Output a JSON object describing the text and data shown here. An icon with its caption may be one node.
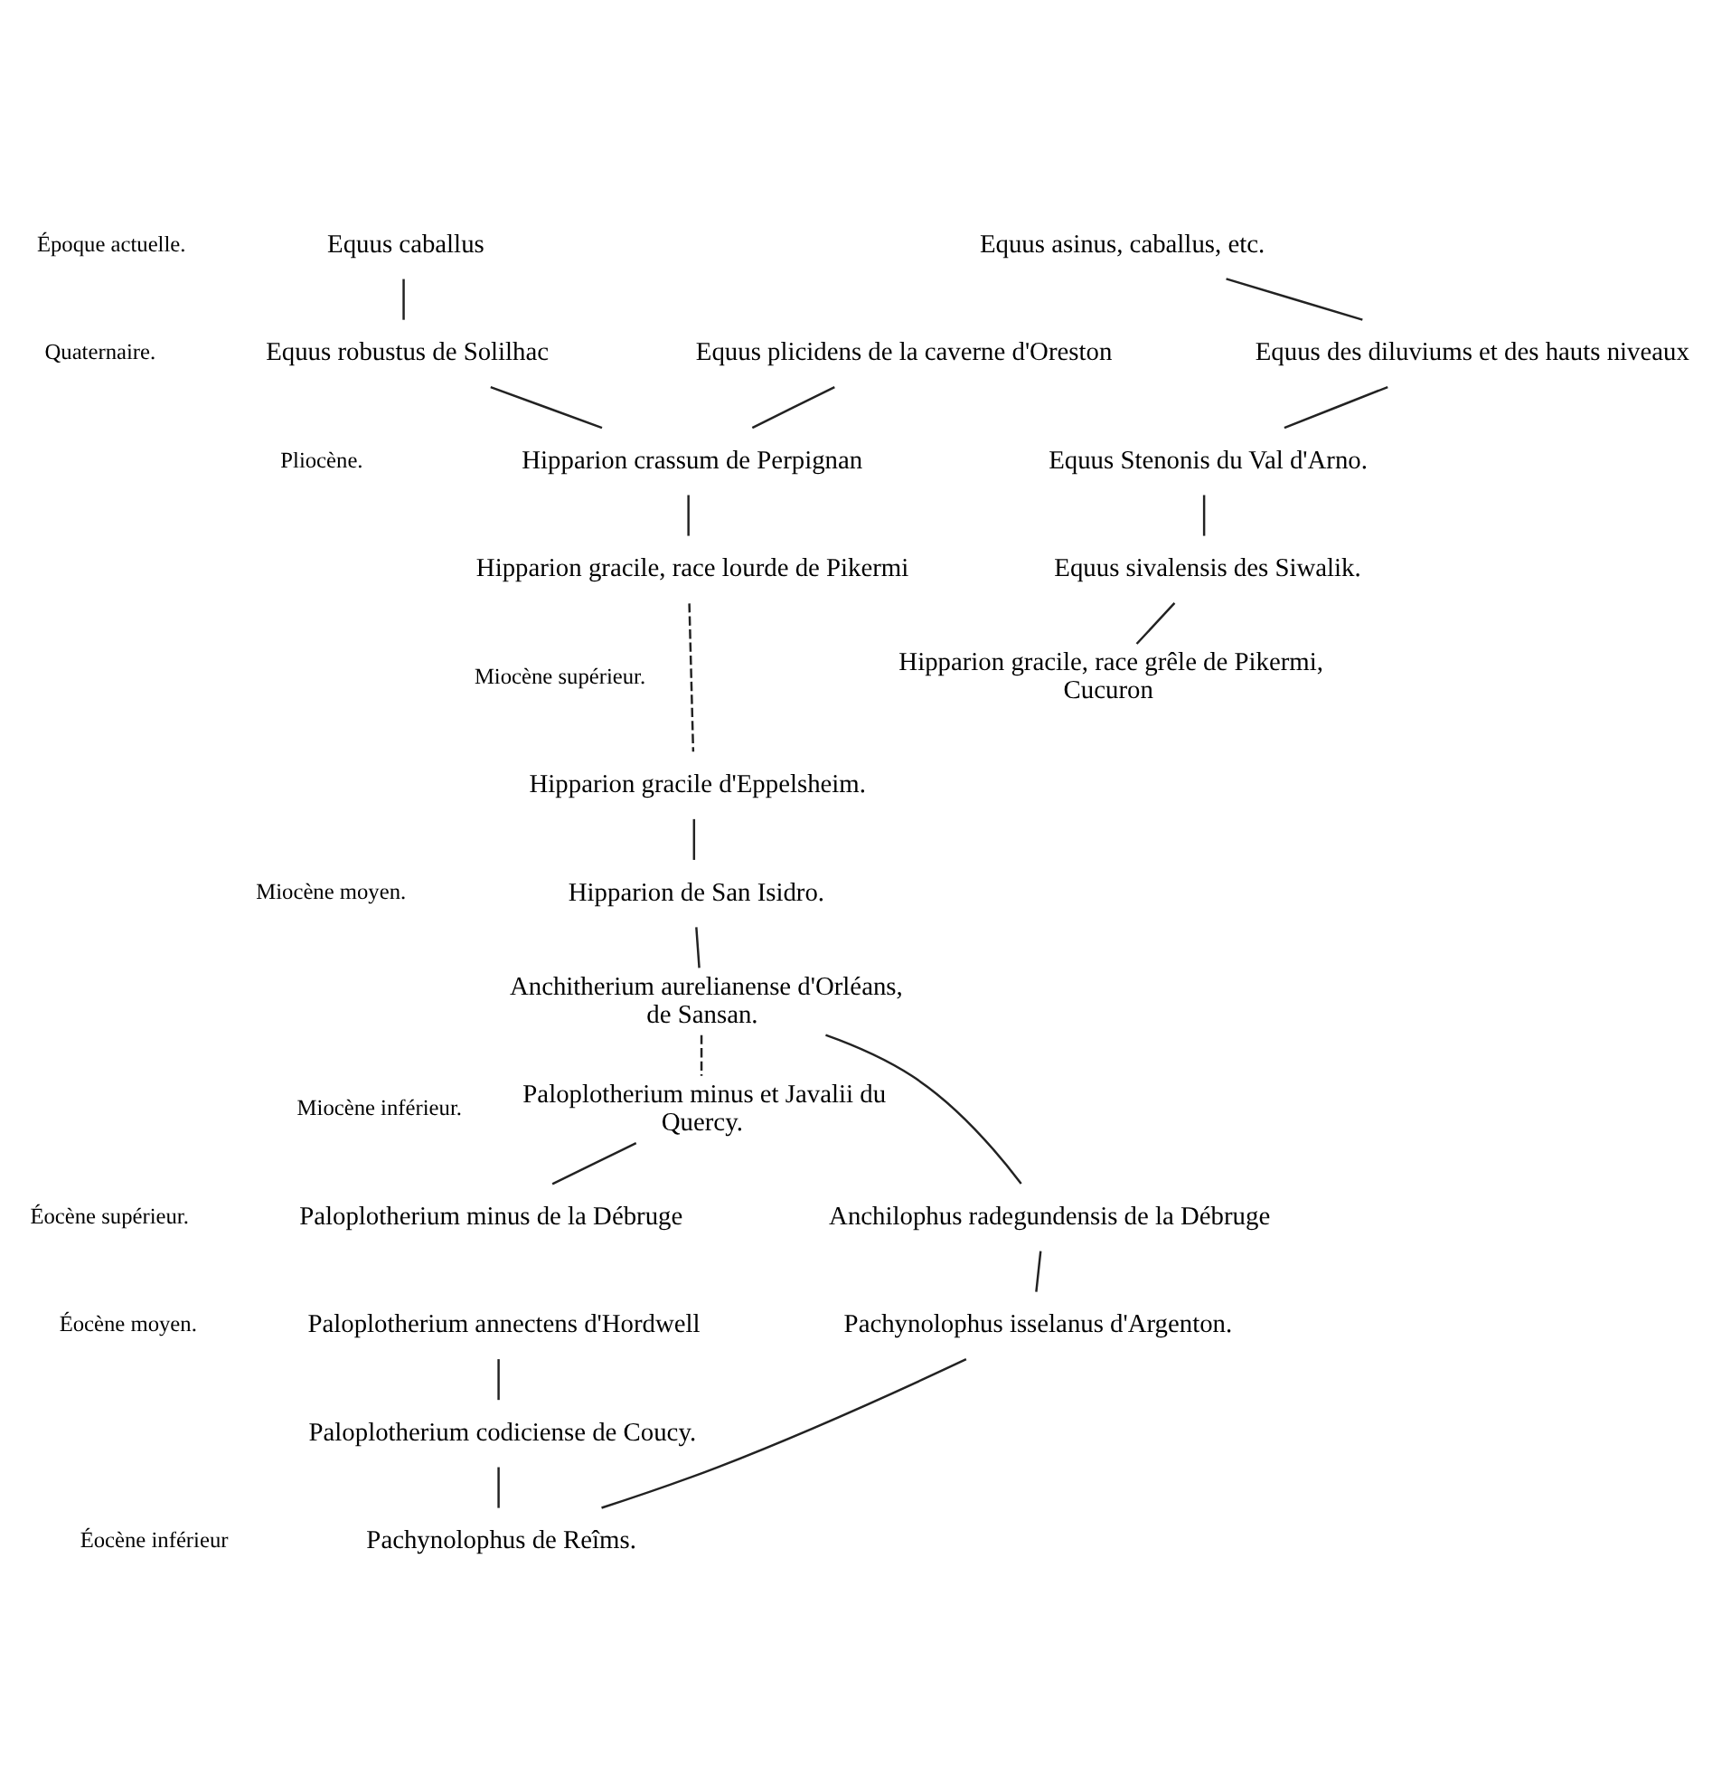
{
  "diagram": {
    "nodes": [
      {
        "text": [
          "Equus caballus"
        ]
      },
      {
        "text": [
          "Equus asinus, caballus, etc."
        ]
      },
      {
        "text": [
          "Equus robustus de Solilhac"
        ]
      },
      {
        "text": [
          "Equus plicidens de la caverne d'Oreston"
        ]
      },
      {
        "text": [
          "Equus des diluviums et des hauts niveaux"
        ]
      },
      {
        "text": [
          "Hipparion crassum de Perpignan"
        ]
      },
      {
        "text": [
          "Equus Stenonis du Val d'Arno."
        ]
      },
      {
        "text": [
          "Hipparion gracile, race lourde de Pikermi"
        ]
      },
      {
        "text": [
          "Equus sivalensis des Siwalik."
        ]
      },
      {
        "text": [
          "Hipparion gracile, race grêle de Pikermi, Cucuron"
        ]
      },
      {
        "text": [
          "Hipparion gracile d'Eppelsheim."
        ]
      },
      {
        "text": [
          "Hipparion de San Isidro."
        ]
      },
      {
        "text": [
          "Anchitherium aurelianense d'Orléans, de Sansan."
        ]
      },
      {
        "text": [
          "Paloplotherium minus et Javalii du Quercy."
        ]
      },
      {
        "text": [
          "Paloplotherium minus de la Débruge"
        ]
      },
      {
        "text": [
          "Anchilophus radegundensis de la Débruge"
        ]
      },
      {
        "text": [
          "Paloplotherium annectens d'Hordwell"
        ]
      },
      {
        "text": [
          "Pachynolophus isselanus d'Argenton."
        ]
      },
      {
        "text": [
          "Paloplotherium codiciense de Coucy."
        ]
      },
      {
        "text": [
          "Pachynolophus de Reîms."
        ]
      }
    ],
    "edges": [
      {
        "from": 0,
        "to": 2,
        "arrow": "none"
      },
      {
        "from": 1,
        "to": 4,
        "arrow": "none"
      },
      {
        "from": 2,
        "to": 5,
        "arrow": "none"
      },
      {
        "from": 3,
        "to": 5,
        "arrow": "none"
      },
      {
        "from": 4,
        "to": 6,
        "arrow": "none"
      },
      {
        "from": 5,
        "to": 7,
        "arrow": "none"
      },
      {
        "from": 6,
        "to": 8,
        "arrow": "none"
      },
      {
        "from": 7,
        "to": 10,
        "arrow": "none",
        "style": "dashed"
      },
      {
        "from": 8,
        "to": 9,
        "arrow": "none"
      },
      {
        "from": 10,
        "to": 11,
        "arrow": "none"
      },
      {
        "from": 11,
        "to": 12,
        "arrow": "none"
      },
      {
        "from": 12,
        "to": 13,
        "arrow": "none",
        "style": "dashed"
      },
      {
        "from": 12,
        "to": 15,
        "arrow": "none"
      },
      {
        "from": 13,
        "to": 14,
        "arrow": "none"
      },
      {
        "from": 15,
        "to": 17,
        "arrow": "none"
      },
      {
        "from": 16,
        "to": 18,
        "arrow": "none"
      },
      {
        "from": 18,
        "to": 19,
        "arrow": "none"
      },
      {
        "from": 17,
        "to": 19,
        "arrow": "none"
      }
    ],
    "labels": [
      "Époque actuelle.",
      "Quaternaire.",
      "Pliocène.",
      "Miocène supérieur.",
      "Miocène moyen.",
      "Miocène inférieur.",
      "Éocène supérieur.",
      "Éocène moyen.",
      "Éocène inférieur"
    ]
  }
}
